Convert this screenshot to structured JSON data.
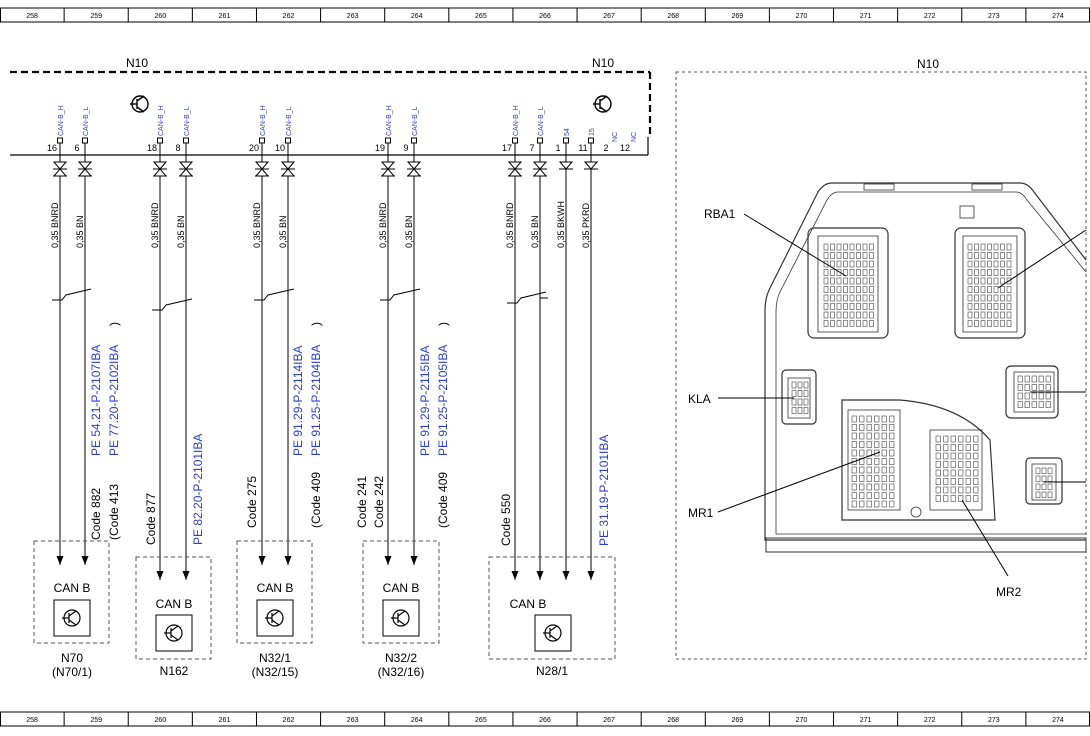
{
  "ruler_numbers": [
    "258",
    "259",
    "260",
    "261",
    "262",
    "263",
    "264",
    "265",
    "266",
    "267",
    "268",
    "269",
    "270",
    "271",
    "272",
    "273",
    "274"
  ],
  "module_title_left": "N10",
  "module_title_right": "N10",
  "module_title_locator": "N10",
  "pins": [
    {
      "label": "CAN-B_H",
      "num": "16"
    },
    {
      "label": "CAN-B_L",
      "num": "6"
    },
    {
      "label": "CAN-B_H",
      "num": "18"
    },
    {
      "label": "CAN-B_L",
      "num": "8"
    },
    {
      "label": "CAN-B_H",
      "num": "20"
    },
    {
      "label": "CAN-B_L",
      "num": "10"
    },
    {
      "label": "CAN-B_H",
      "num": "19"
    },
    {
      "label": "CAN-B_L",
      "num": "9"
    },
    {
      "label": "CAN-B_H",
      "num": "17"
    },
    {
      "label": "CAN-B_L",
      "num": "7"
    },
    {
      "label": "54",
      "num": "1"
    },
    {
      "label": "15",
      "num": "11"
    },
    {
      "label": "NC",
      "num": "2"
    },
    {
      "label": "NC",
      "num": "12"
    }
  ],
  "wires": [
    {
      "label": "0,35 BNRD"
    },
    {
      "label": "0,35 BN"
    },
    {
      "label": "0,35 BNRD"
    },
    {
      "label": "0,35 BN"
    },
    {
      "label": "0,35 BNRD"
    },
    {
      "label": "0,35 BN"
    },
    {
      "label": "0,35 BNRD"
    },
    {
      "label": "0,35 BN"
    },
    {
      "label": "0,35 BNRD"
    },
    {
      "label": "0,35 BN"
    },
    {
      "label": "0,35 BKWH"
    },
    {
      "label": "0,35 PKRD"
    }
  ],
  "branch_labels": {
    "b1_code": "Code 882",
    "b1_code2": "(Code 413",
    "b1_pe1": "PE 54.21-P-2107IBA",
    "b1_pe2": "PE 77.20-P-2102IBA",
    "b1_paren": ")",
    "b2_code": "Code 877",
    "b2_pe": "PE 82.20-P-2101IBA",
    "b3_code": "Code 275",
    "b3_code2": "(Code 409",
    "b3_pe1": "PE 91.29-P-2114IBA",
    "b3_pe2": "PE 91.25-P-2104IBA",
    "b3_paren": ")",
    "b4_code": "Code 241",
    "b4_code2": "Code 242",
    "b4_code3": "(Code 409",
    "b4_pe1": "PE 91.29-P-2115IBA",
    "b4_pe2": "PE 91.25-P-2105IBA",
    "b4_paren": ")",
    "b5_code": "Code 550",
    "b5_pe": "PE 31.19-P-2101IBA"
  },
  "modules": [
    {
      "bus": "CAN B",
      "name": "N70",
      "sub": "(N70/1)"
    },
    {
      "bus": "CAN B",
      "name": "N162",
      "sub": ""
    },
    {
      "bus": "CAN B",
      "name": "N32/1",
      "sub": "(N32/15)"
    },
    {
      "bus": "CAN B",
      "name": "N32/2",
      "sub": "(N32/16)"
    },
    {
      "bus": "CAN B",
      "name": "N28/1",
      "sub": ""
    }
  ],
  "locator_labels": {
    "rba1": "RBA1",
    "kla": "KLA",
    "mr1": "MR1",
    "mr2": "MR2"
  },
  "colors": {
    "blue_text": "#2a3fc9",
    "line": "#000000",
    "dash": "#555555"
  }
}
